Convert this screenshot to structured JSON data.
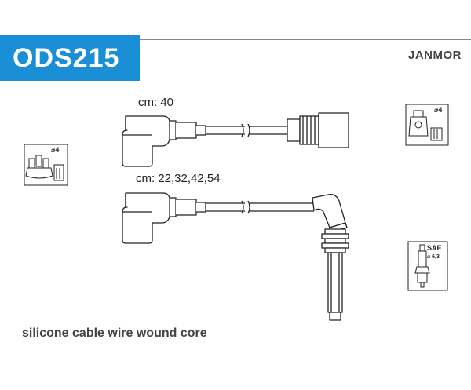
{
  "header": {
    "code": "ODS215",
    "brand": "JANMOR"
  },
  "cables": [
    {
      "label": "cm: 40"
    },
    {
      "label": "cm: 22,32,42,54"
    }
  ],
  "icons": {
    "left_distributor": {
      "diameter": "⌀4"
    },
    "right_coil": {
      "diameter": "⌀4"
    },
    "spark_plug": {
      "type": "SAE",
      "diameter": "⌀ 6,3"
    }
  },
  "footer": {
    "description": "silicone cable wire wound core"
  },
  "colors": {
    "accent": "#1a8fd6",
    "rule": "#888888",
    "text": "#444444"
  }
}
